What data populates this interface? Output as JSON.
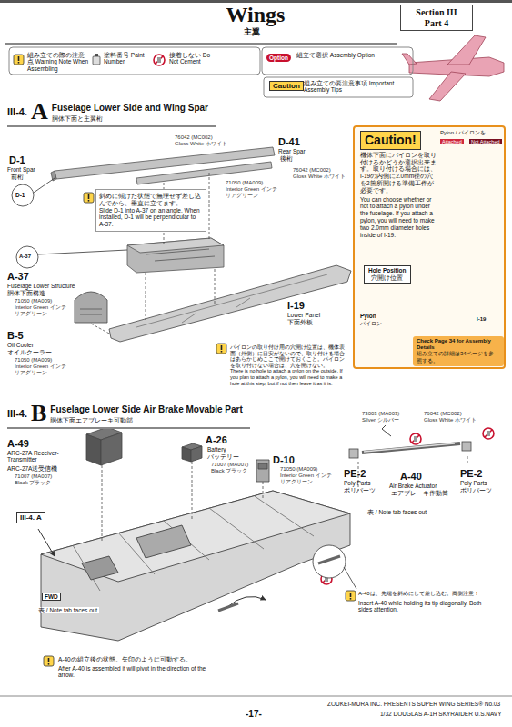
{
  "diagram": {
    "title": "Wings",
    "nodes": [
      {
        "text": [
          "Section III",
          "Part 4"
        ]
      },
      {
        "text": [
          "III-4.",
          "A",
          "Fuselage Lower Side and Wing Spar",
          "胴体下面と主翼桁"
        ]
      },
      {
        "text": [
          "斜めに傾けた状態で無理せず差し込んでから、垂直に立てます。",
          "Slide D-1 into A-37 on an angle. When installed, D-1 will be perpendicular to A-37."
        ]
      },
      {
        "text": [
          "パイロンの取り付け用の穴開け位置は、機体表面（外側）に目安がないので、取り付ける場合はあらかじめここで開けておくこと。パイロンを取り付けない場合は、穴を開けない。",
          "There is no hole to attach a pylon on the outside. If you plan to attach a pylon, you will need to make a hole at this step, but if not then leave it as it is."
        ]
      },
      {
        "text": [
          "Caution!",
          "機体下面にパイロンを取り付けるかどうか選択出来ます。取り付ける場合には、I-19の内側に2.0mm径の穴を2箇所開ける準備工作が必要です。",
          "You can choose whether or not to attach a pylon under the fuselage. If you attach a pylon, you will need to make two 2.0mm diameter holes inside of I-19."
        ]
      },
      {
        "text": [
          "Hole Position",
          "穴開け位置"
        ],
        "in": 4
      },
      {
        "text": [
          "Check Page 34 for Assembly Details",
          "組み立ての詳細は34ページを参照する。"
        ],
        "in": 4
      },
      {
        "text": [
          "III-4.",
          "B",
          "Fuselage Lower Side Air Brake Movable Part",
          "胴体下面エアブレーキ可動部"
        ]
      },
      {
        "text": [
          "III-4. A"
        ]
      }
    ],
    "labels": [
      "主翼",
      "Option",
      "Caution",
      "76042 (MC002) Gloss White ホワイト",
      "D-41",
      "Rear Spar",
      "後桁",
      "76042 (MC002) Gloss White ホワイト",
      "71050 (MA009) Interior Green インテリアグリーン",
      "D-1",
      "Front Spar",
      "前桁",
      "D-1",
      "A-37",
      "A-37",
      "Fuselage Lower Structure",
      "胴体下面構造",
      "71050 (MA009) Interior Green インテリアグリーン",
      "B-5",
      "Oil Cooler",
      "オイルクーラー",
      "71050 (MA009) Interior Green インテリアグリーン",
      "I-19",
      "Lower Panel",
      "下面外板",
      "Pylon / パイロンを",
      "Attached",
      "Not Attached",
      "Pylon",
      "パイロン",
      "I-19",
      "A-49",
      "ARC-27A Receiver-Transmitter",
      "ARC-27A送受信機",
      "71007 (MA007) Black ブラック",
      "A-26",
      "Battery",
      "バッテリー",
      "71007 (MA007) Black ブラック",
      "D-10",
      "71050 (MA009) Interior Green インテリアグリーン",
      "73003 (MA003) Silver シルバー",
      "76042 (MC002) Gloss White ホワイト",
      "PE-2",
      "Poly Parts",
      "ポリパーツ",
      "A-40",
      "Air Brake Actuator",
      "エアブレーキ作動筒",
      "PE-2",
      "Poly Parts",
      "ポリパーツ",
      "表 / Note tab faces out",
      "FWD",
      "表 / Note tab faces out",
      "A-40は、先端を斜めにして差し込む。両側注意！",
      "Insert A-40 while holding its tip diagonally. Both sides attention.",
      "A-40の組立後の状態。矢印のように可動する。",
      "After A-40 is assembled it will pivot in the direction of the arrow.",
      "-17-",
      "ZOUKEI-MURA INC. PRESENTS  SUPER WING SERIES® No.03",
      "1/32  DOUGLAS A-1H SKYRAIDER U.S.NAVY"
    ],
    "legend": [
      {
        "text": "組み立ての際の注意点 Warning Note When Assembling"
      },
      {
        "text": "塗料番号 Paint Number"
      },
      {
        "text": "接着しない Do Not Cement"
      },
      {
        "text": "組立て選択 Assembly Option"
      },
      {
        "text": "組み立ての要注意事項 Important Assembly Tips"
      }
    ]
  }
}
